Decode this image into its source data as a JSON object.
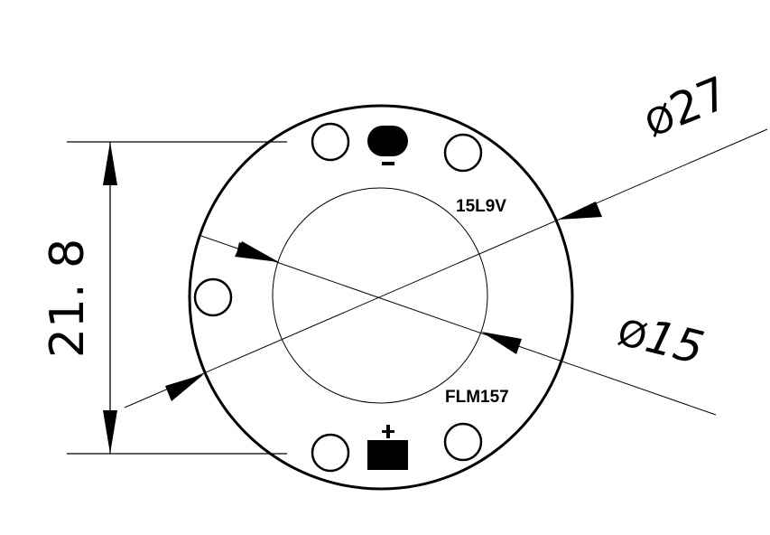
{
  "drawing": {
    "title": "LED PCB board dimension drawing",
    "colors": {
      "stroke": "#000000",
      "background": "#ffffff"
    },
    "dimensions": {
      "outer_diameter": {
        "label": "Ø27",
        "symbol": "Ø",
        "value": "27"
      },
      "inner_diameter": {
        "label": "Ø15",
        "symbol": "Ø",
        "value": "15"
      },
      "height": {
        "label": "21.8",
        "value": "21. 8"
      }
    },
    "board_labels": {
      "top_model": "15L9V",
      "bottom_model": "FLM157"
    },
    "pads": {
      "negative": {
        "name": "negative-pad",
        "polarity_symbol": "−"
      },
      "positive": {
        "name": "positive-pad",
        "polarity_symbol": "+"
      }
    },
    "mounting_holes": 5
  }
}
